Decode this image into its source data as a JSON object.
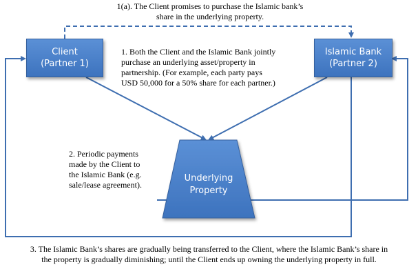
{
  "client": {
    "line1": "Client",
    "line2": "(Partner 1)"
  },
  "bank": {
    "line1": "Islamic Bank",
    "line2": "(Partner 2)"
  },
  "property": {
    "line1": "Underlying",
    "line2": "Property"
  },
  "step1a": {
    "line1": "1(a). The Client promises to purchase the Islamic bank’s",
    "line2": "share in the underlying property."
  },
  "step1": {
    "line1": "1. Both the Client and the Islamic Bank jointly",
    "line2": "purchase an underlying asset/property in",
    "line3": "partnership. (For example, each party pays",
    "line4": "USD 50,000 for a 50% share for each partner.)"
  },
  "step2": {
    "line1": "2. Periodic payments",
    "line2": "made by the Client to",
    "line3": "the Islamic Bank (e.g.",
    "line4": "sale/lease agreement)."
  },
  "step3": {
    "line1": "3. The Islamic Bank’s shares are gradually being transferred to the Client, where the Islamic Bank’s share in",
    "line2": "the property is gradually diminishing; until the Client ends up owning the underlying property in full."
  },
  "colors": {
    "box_fill": "#4f81c7",
    "arrow": "#3e6eb0"
  }
}
